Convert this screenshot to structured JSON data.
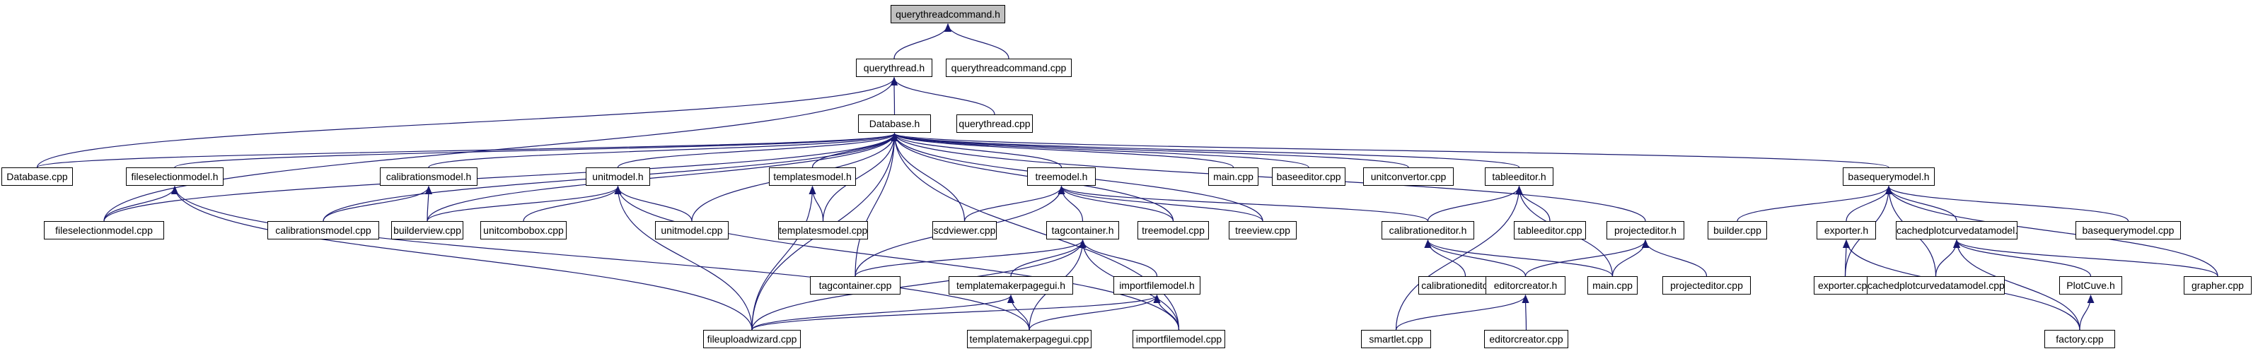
{
  "graph": {
    "title": "querythreadcommand.h",
    "nodes": [
      {
        "id": "root",
        "label": "querythreadcommand.h",
        "root": true
      },
      {
        "id": "qt_h",
        "label": "querythread.h"
      },
      {
        "id": "qtc_cpp",
        "label": "querythreadcommand.cpp"
      },
      {
        "id": "db_h",
        "label": "Database.h"
      },
      {
        "id": "qt_cpp",
        "label": "querythread.cpp"
      },
      {
        "id": "db_cpp",
        "label": "Database.cpp"
      },
      {
        "id": "fsm_h",
        "label": "fileselectionmodel.h"
      },
      {
        "id": "cal_h",
        "label": "calibrationsmodel.h"
      },
      {
        "id": "unit_h",
        "label": "unitmodel.h"
      },
      {
        "id": "tpl_h",
        "label": "templatesmodel.h"
      },
      {
        "id": "tree_h",
        "label": "treemodel.h"
      },
      {
        "id": "main_cpp",
        "label": "main.cpp"
      },
      {
        "id": "be_cpp",
        "label": "baseeditor.cpp"
      },
      {
        "id": "uc_cpp",
        "label": "unitconvertor.cpp"
      },
      {
        "id": "te_h",
        "label": "tableeditor.h"
      },
      {
        "id": "bqm_h",
        "label": "basequerymodel.h"
      },
      {
        "id": "fsm_cpp",
        "label": "fileselectionmodel.cpp"
      },
      {
        "id": "cal_cpp",
        "label": "calibrationsmodel.cpp"
      },
      {
        "id": "bv_cpp",
        "label": "builderview.cpp"
      },
      {
        "id": "ucb_cpp",
        "label": "unitcombobox.cpp"
      },
      {
        "id": "unit_cpp",
        "label": "unitmodel.cpp"
      },
      {
        "id": "tpl_cpp",
        "label": "templatesmodel.cpp"
      },
      {
        "id": "scd_cpp",
        "label": "scdviewer.cpp"
      },
      {
        "id": "tc_h",
        "label": "tagcontainer.h"
      },
      {
        "id": "tree_cpp",
        "label": "treemodel.cpp"
      },
      {
        "id": "tv_cpp",
        "label": "treeview.cpp"
      },
      {
        "id": "ce_h",
        "label": "calibrationeditor.h"
      },
      {
        "id": "te_cpp",
        "label": "tableeditor.cpp"
      },
      {
        "id": "pe_h",
        "label": "projecteditor.h"
      },
      {
        "id": "bld_cpp",
        "label": "builder.cpp"
      },
      {
        "id": "exp_h",
        "label": "exporter.h"
      },
      {
        "id": "cpc_h",
        "label": "cachedplotcurvedatamodel.h"
      },
      {
        "id": "bqm_cpp",
        "label": "basequerymodel.cpp"
      },
      {
        "id": "tc_cpp",
        "label": "tagcontainer.cpp"
      },
      {
        "id": "tmp_h",
        "label": "templatemakerpagegui.h"
      },
      {
        "id": "ifm_h",
        "label": "importfilemodel.h"
      },
      {
        "id": "ce_cpp",
        "label": "calibrationeditor.cpp"
      },
      {
        "id": "ec_h",
        "label": "editorcreator.h"
      },
      {
        "id": "main2_cpp",
        "label": "main.cpp"
      },
      {
        "id": "pe_cpp",
        "label": "projecteditor.cpp"
      },
      {
        "id": "exp_cpp",
        "label": "exporter.cpp"
      },
      {
        "id": "cpc_cpp",
        "label": "cachedplotcurvedatamodel.cpp"
      },
      {
        "id": "pc_h",
        "label": "PlotCuve.h"
      },
      {
        "id": "gr_cpp",
        "label": "grapher.cpp"
      },
      {
        "id": "fuw_cpp",
        "label": "fileuploadwizard.cpp"
      },
      {
        "id": "tmp_cpp",
        "label": "templatemakerpagegui.cpp"
      },
      {
        "id": "ifm_cpp",
        "label": "importfilemodel.cpp"
      },
      {
        "id": "sm_cpp",
        "label": "smartlet.cpp"
      },
      {
        "id": "ec_cpp",
        "label": "editorcreator.cpp"
      },
      {
        "id": "fac_cpp",
        "label": "factory.cpp"
      }
    ],
    "edges": [
      [
        "qt_h",
        "root"
      ],
      [
        "qtc_cpp",
        "root"
      ],
      [
        "db_h",
        "qt_h"
      ],
      [
        "qt_cpp",
        "qt_h"
      ],
      [
        "db_cpp",
        "qt_h"
      ],
      [
        "fsm_cpp",
        "qt_h"
      ],
      [
        "db_cpp",
        "db_h"
      ],
      [
        "fsm_h",
        "db_h"
      ],
      [
        "cal_h",
        "db_h"
      ],
      [
        "unit_h",
        "db_h"
      ],
      [
        "tpl_h",
        "db_h"
      ],
      [
        "tree_h",
        "db_h"
      ],
      [
        "main_cpp",
        "db_h"
      ],
      [
        "be_cpp",
        "db_h"
      ],
      [
        "uc_cpp",
        "db_h"
      ],
      [
        "te_h",
        "db_h"
      ],
      [
        "bqm_h",
        "db_h"
      ],
      [
        "fsm_cpp",
        "db_h"
      ],
      [
        "cal_cpp",
        "db_h"
      ],
      [
        "bv_cpp",
        "db_h"
      ],
      [
        "unit_cpp",
        "db_h"
      ],
      [
        "tpl_cpp",
        "db_h"
      ],
      [
        "scd_cpp",
        "db_h"
      ],
      [
        "tc_cpp",
        "db_h"
      ],
      [
        "tree_cpp",
        "db_h"
      ],
      [
        "tv_cpp",
        "db_h"
      ],
      [
        "pe_h",
        "db_h"
      ],
      [
        "ifm_cpp",
        "db_h"
      ],
      [
        "fuw_cpp",
        "db_h"
      ],
      [
        "fsm_cpp",
        "fsm_h"
      ],
      [
        "fuw_cpp",
        "fsm_h"
      ],
      [
        "tmp_cpp",
        "fsm_h"
      ],
      [
        "cal_cpp",
        "cal_h"
      ],
      [
        "bv_cpp",
        "cal_h"
      ],
      [
        "bv_cpp",
        "unit_h"
      ],
      [
        "ucb_cpp",
        "unit_h"
      ],
      [
        "unit_cpp",
        "unit_h"
      ],
      [
        "fuw_cpp",
        "unit_h"
      ],
      [
        "ifm_cpp",
        "unit_h"
      ],
      [
        "tpl_cpp",
        "tpl_h"
      ],
      [
        "fuw_cpp",
        "tpl_h"
      ],
      [
        "scd_cpp",
        "tree_h"
      ],
      [
        "tc_h",
        "tree_h"
      ],
      [
        "tree_cpp",
        "tree_h"
      ],
      [
        "tv_cpp",
        "tree_h"
      ],
      [
        "ce_h",
        "tree_h"
      ],
      [
        "tc_cpp",
        "tree_h"
      ],
      [
        "te_cpp",
        "te_h"
      ],
      [
        "ce_h",
        "te_h"
      ],
      [
        "main2_cpp",
        "te_h"
      ],
      [
        "sm_cpp",
        "te_h"
      ],
      [
        "bld_cpp",
        "bqm_h"
      ],
      [
        "exp_h",
        "bqm_h"
      ],
      [
        "cpc_h",
        "bqm_h"
      ],
      [
        "bqm_cpp",
        "bqm_h"
      ],
      [
        "gr_cpp",
        "bqm_h"
      ],
      [
        "exp_cpp",
        "bqm_h"
      ],
      [
        "cpc_cpp",
        "bqm_h"
      ],
      [
        "tc_cpp",
        "tc_h"
      ],
      [
        "tmp_h",
        "tc_h"
      ],
      [
        "ifm_h",
        "tc_h"
      ],
      [
        "fuw_cpp",
        "tc_h"
      ],
      [
        "tmp_cpp",
        "tc_h"
      ],
      [
        "ifm_cpp",
        "tc_h"
      ],
      [
        "ce_cpp",
        "ce_h"
      ],
      [
        "ec_h",
        "ce_h"
      ],
      [
        "main2_cpp",
        "ce_h"
      ],
      [
        "ec_h",
        "pe_h"
      ],
      [
        "main2_cpp",
        "pe_h"
      ],
      [
        "pe_cpp",
        "pe_h"
      ],
      [
        "exp_cpp",
        "exp_h"
      ],
      [
        "fac_cpp",
        "exp_h"
      ],
      [
        "cpc_cpp",
        "cpc_h"
      ],
      [
        "pc_h",
        "cpc_h"
      ],
      [
        "gr_cpp",
        "cpc_h"
      ],
      [
        "fac_cpp",
        "cpc_h"
      ],
      [
        "fuw_cpp",
        "tmp_h"
      ],
      [
        "tmp_cpp",
        "tmp_h"
      ],
      [
        "fuw_cpp",
        "ifm_h"
      ],
      [
        "tmp_cpp",
        "ifm_h"
      ],
      [
        "ifm_cpp",
        "ifm_h"
      ],
      [
        "sm_cpp",
        "ec_h"
      ],
      [
        "ec_cpp",
        "ec_h"
      ],
      [
        "fac_cpp",
        "pc_h"
      ]
    ]
  }
}
